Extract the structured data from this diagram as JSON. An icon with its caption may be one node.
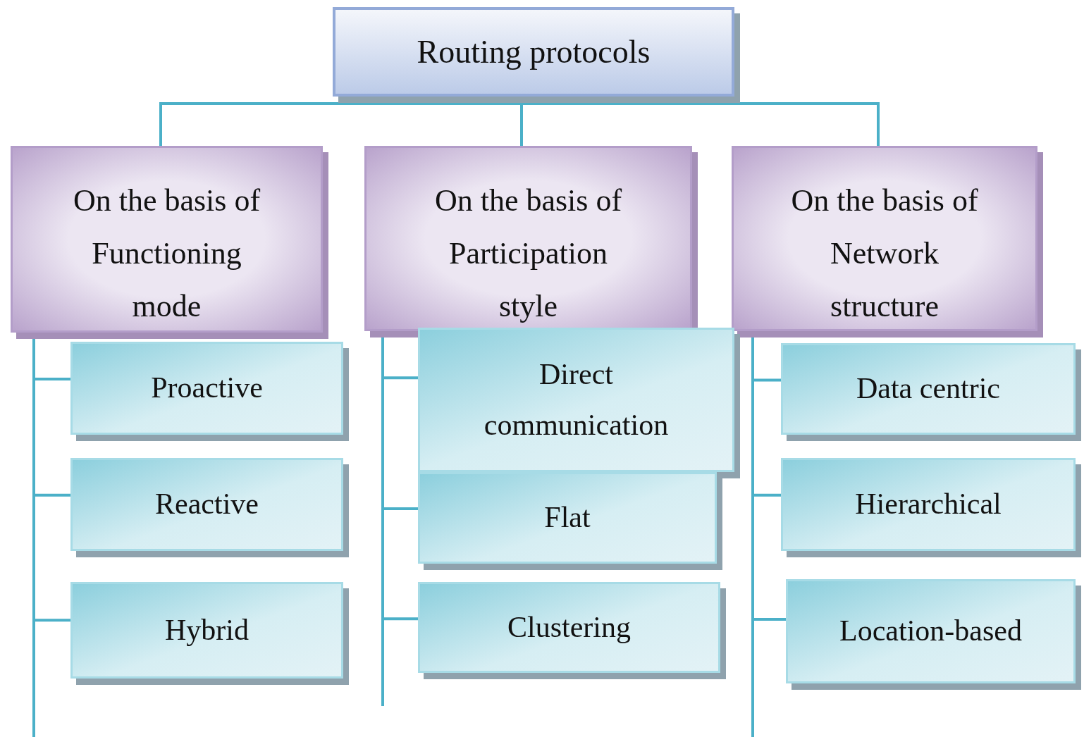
{
  "diagram": {
    "nodes": [
      {
        "text": [
          "Routing protocols"
        ]
      },
      {
        "text": [
          "On the basis of Functioning mode"
        ]
      },
      {
        "text": [
          "On the basis of Participation style"
        ]
      },
      {
        "text": [
          "On the basis of Network structure"
        ]
      },
      {
        "text": [
          "Proactive"
        ]
      },
      {
        "text": [
          "Reactive"
        ]
      },
      {
        "text": [
          "Hybrid"
        ]
      },
      {
        "text": [
          "Direct communication"
        ]
      },
      {
        "text": [
          "Flat"
        ]
      },
      {
        "text": [
          "Clustering"
        ]
      },
      {
        "text": [
          "Data centric"
        ]
      },
      {
        "text": [
          "Hierarchical"
        ]
      },
      {
        "text": [
          "Location-based"
        ]
      }
    ],
    "edges": [
      {
        "from": 0,
        "to": 1,
        "arrow": "none"
      },
      {
        "from": 0,
        "to": 2,
        "arrow": "none"
      },
      {
        "from": 0,
        "to": 3,
        "arrow": "none"
      },
      {
        "from": 1,
        "to": 4,
        "arrow": "none"
      },
      {
        "from": 1,
        "to": 5,
        "arrow": "none"
      },
      {
        "from": 1,
        "to": 6,
        "arrow": "none"
      },
      {
        "from": 2,
        "to": 7,
        "arrow": "none"
      },
      {
        "from": 2,
        "to": 8,
        "arrow": "none"
      },
      {
        "from": 2,
        "to": 9,
        "arrow": "none"
      },
      {
        "from": 3,
        "to": 10,
        "arrow": "none"
      },
      {
        "from": 3,
        "to": 11,
        "arrow": "none"
      },
      {
        "from": 3,
        "to": 12,
        "arrow": "none"
      }
    ]
  }
}
